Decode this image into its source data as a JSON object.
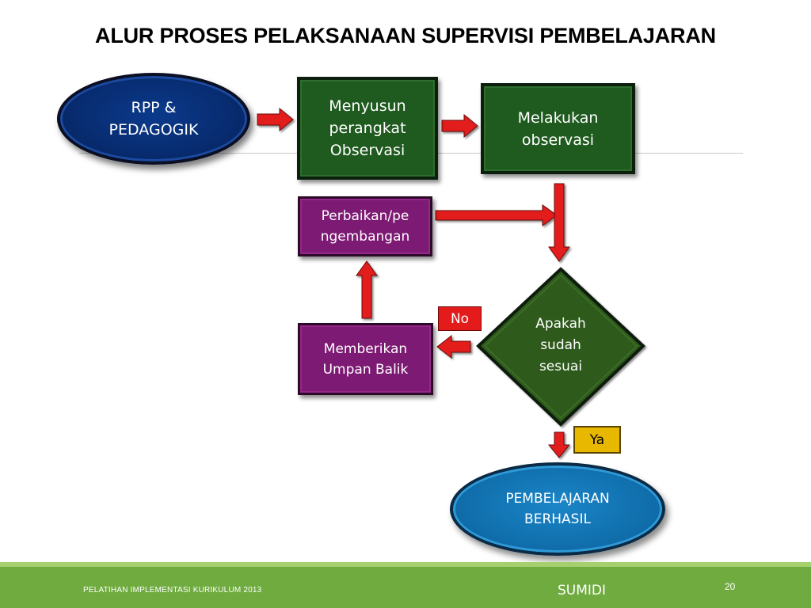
{
  "title": "ALUR PROSES PELAKSANAAN SUPERVISI PEMBELAJARAN",
  "nodes": {
    "rpp": {
      "line1": "RPP &",
      "line2": "PEDAGOGIK"
    },
    "menyusun": {
      "line1": "Menyusun",
      "line2": "perangkat",
      "line3": "Observasi"
    },
    "melakukan": {
      "line1": "Melakukan",
      "line2": "observasi"
    },
    "perbaikan": {
      "line1": "Perbaikan/pe",
      "line2": "ngembangan"
    },
    "memberikan": {
      "line1": "Memberikan",
      "line2": "Umpan Balik"
    },
    "apakah": {
      "line1": "Apakah",
      "line2": "sudah",
      "line3": "sesuai"
    },
    "berhasil": {
      "line1": "PEMBELAJARAN",
      "line2": "BERHASIL"
    }
  },
  "labels": {
    "no": "No",
    "ya": "Ya"
  },
  "footer": {
    "left": "PELATIHAN IMPLEMENTASI KURIKULUM 2013",
    "center": "SUMIDI",
    "page": "20"
  },
  "colors": {
    "green_box": "#1f5a1f",
    "purple_box": "#7d1a73",
    "navy_oval": "#07296a",
    "blue_oval": "#0f6ba8",
    "diamond": "#2f5a1e",
    "arrow": "#e31b1b",
    "footer": "#6fab3e"
  }
}
